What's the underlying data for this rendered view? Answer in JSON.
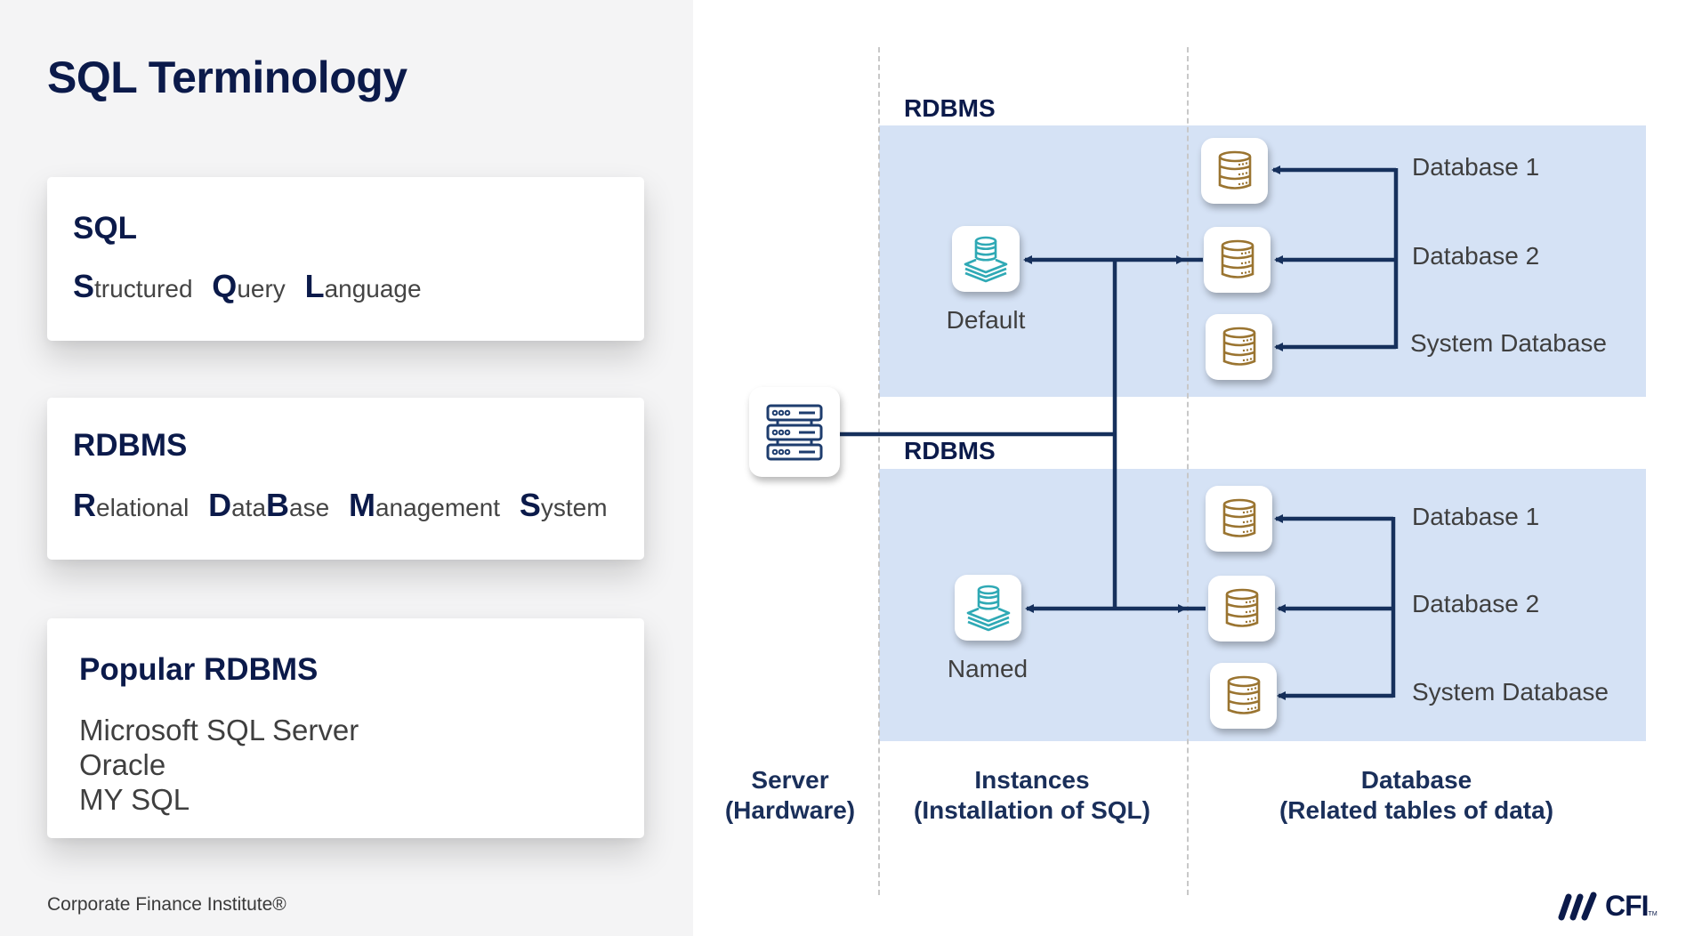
{
  "title": "SQL Terminology",
  "cards": {
    "sql": {
      "heading": "SQL",
      "expansion": [
        {
          "cap": "S",
          "rest": "tructured"
        },
        {
          "cap": "Q",
          "rest": "uery"
        },
        {
          "cap": "L",
          "rest": "anguage"
        }
      ]
    },
    "rdbms": {
      "heading": "RDBMS",
      "expansion": [
        {
          "cap": "R",
          "rest": "elational"
        },
        {
          "cap": "D",
          "rest": "ata",
          "cap2": "B",
          "rest2": "ase"
        },
        {
          "cap": "M",
          "rest": "anagement"
        },
        {
          "cap": "S",
          "rest": "ystem"
        }
      ]
    },
    "popular": {
      "heading": "Popular RDBMS",
      "items": [
        "Microsoft SQL Server",
        "Oracle",
        "MY SQL"
      ]
    }
  },
  "footer": "Corporate Finance Institute®",
  "diagram": {
    "rdbms_label_top": "RDBMS",
    "rdbms_label_bottom": "RDBMS",
    "server_icon": "server-rack-icon",
    "instances": [
      {
        "label": "Default",
        "icon": "database-stack-icon"
      },
      {
        "label": "Named",
        "icon": "database-stack-icon"
      }
    ],
    "databases_top": [
      "Database 1",
      "Database 2",
      "System Database"
    ],
    "databases_bottom": [
      "Database 1",
      "Database 2",
      "System Database"
    ],
    "database_icon": "database-cylinder-icon",
    "columns": [
      {
        "line1": "Server",
        "line2": "(Hardware)"
      },
      {
        "line1": "Instances",
        "line2": "(Installation of SQL)"
      },
      {
        "line1": "Database",
        "line2": "(Related tables of data)"
      }
    ]
  },
  "logo": {
    "text": "CFI",
    "tm": "TM"
  },
  "colors": {
    "navy": "#0b1a4a",
    "line": "#16305c",
    "panel": "#d5e2f5",
    "teal": "#2fa9b5",
    "gold": "#9a7430",
    "left_bg": "#f4f4f5"
  }
}
